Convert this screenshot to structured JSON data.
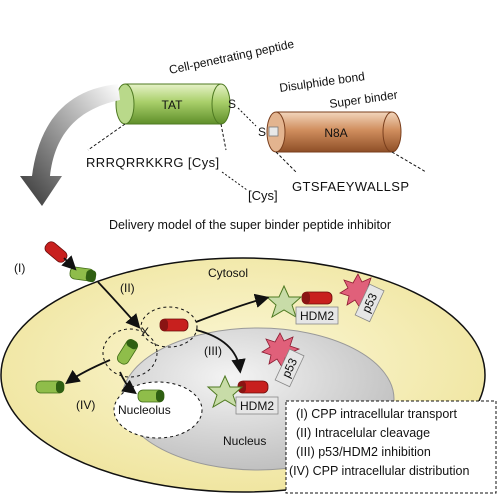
{
  "top": {
    "cpp_label": "Cell-penetrating peptide",
    "tat_label": "TAT",
    "disulphide_label": "Disulphide bond",
    "s_left": "S",
    "s_right": "S",
    "super_binder_label": "Super binder",
    "n8a_label": "N8A",
    "tat_sequence": "RRRQRRKKRG [Cys]",
    "cys_label": "[Cys]",
    "n8a_sequence": "GTSFAEYWALLSP"
  },
  "model": {
    "title": "Delivery model of the super binder peptide inhibitor",
    "cytosol_label": "Cytosol",
    "nucleolus_label": "Nucleolus",
    "nucleus_label": "Nucleus",
    "roman_i": "(I)",
    "roman_ii": "(II)",
    "roman_iii": "(III)",
    "roman_iv": "(IV)",
    "x_mark": "X",
    "hdm2_label_1": "HDM2",
    "hdm2_label_2": "HDM2",
    "p53_label_1": "p53",
    "p53_label_2": "p53"
  },
  "legend": {
    "items": [
      "(I) CPP intracellular transport",
      "(II) Intracelular cleavage",
      "(III) p53/HDM2 inhibition",
      "(IV) CPP intracellular distribution"
    ]
  },
  "colors": {
    "tat_green": "#8fbd4a",
    "n8a_brown": "#c9875a",
    "peptide_red": "#c8201e",
    "cell_fill": "#f6efb9",
    "nucleus_fill": "#dcdcdc",
    "hdm2_star": "#c8dca8",
    "p53_burst": "#e0607a"
  }
}
